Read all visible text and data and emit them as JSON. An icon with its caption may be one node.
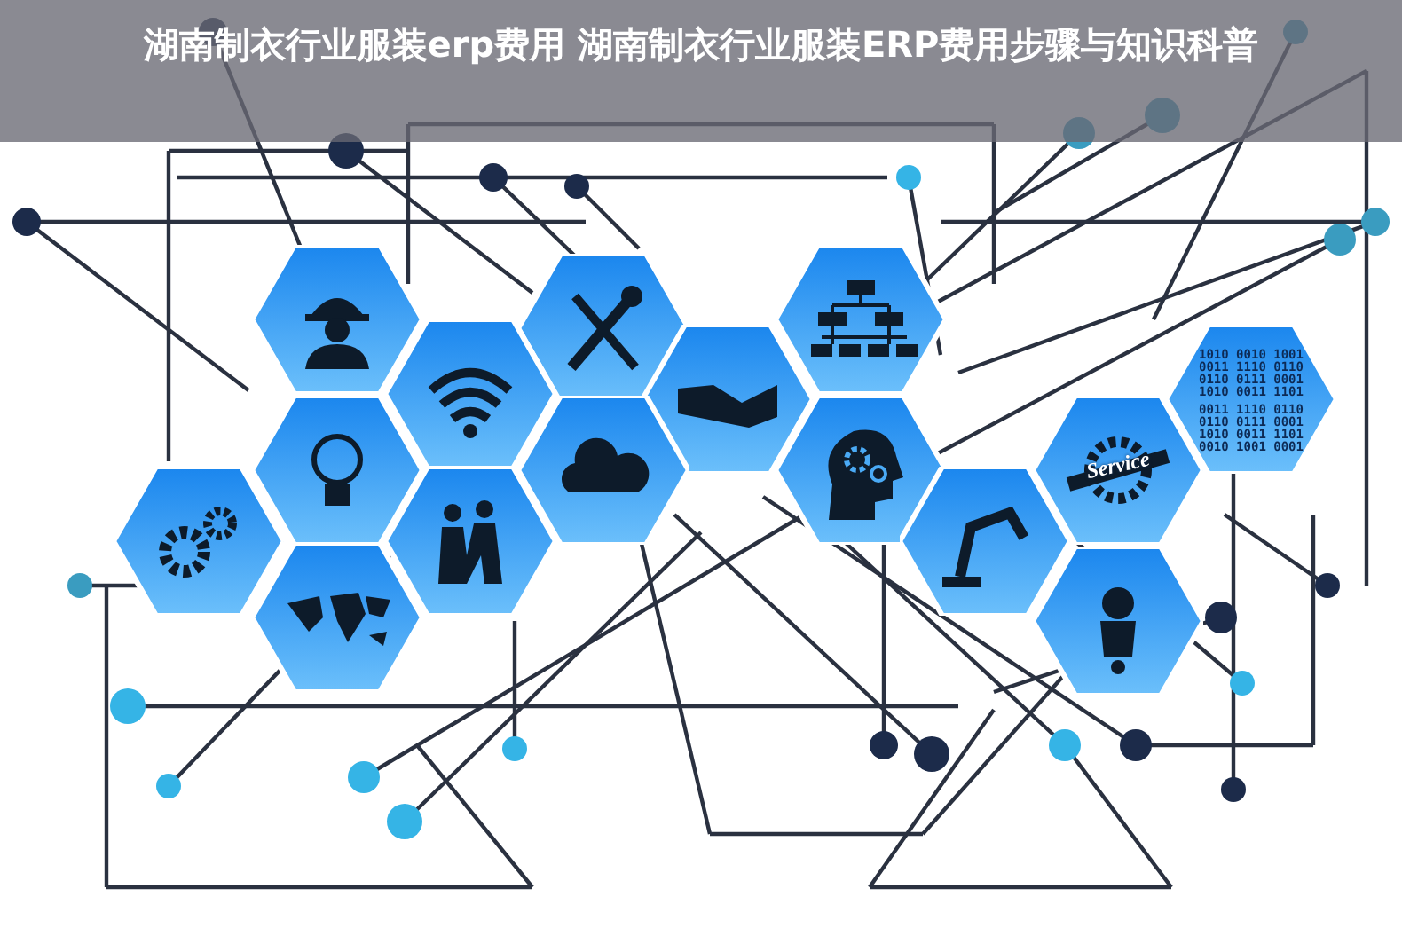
{
  "diagram": {
    "title": "湖南制衣行业服装erp费用 湖南制衣行业服装ERP费用步骤与知识科普",
    "nodes": [
      {
        "text": [],
        "shape": "hexagon"
      },
      {
        "text": [],
        "shape": "hexagon"
      },
      {
        "text": [],
        "shape": "hexagon"
      },
      {
        "text": [],
        "shape": "hexagon"
      },
      {
        "text": [
          "1010 0010 1001 0011 1110 0110 0110 0111 0001 1010 0011 1101",
          "0011 1110 0110 0110 0111 0001 1010 0011 1101 0010 1001 0001"
        ]
      },
      {
        "text": [],
        "shape": "hexagon"
      },
      {
        "text": [],
        "shape": "hexagon"
      },
      {
        "text": [],
        "shape": "hexagon"
      },
      {
        "text": [],
        "shape": "hexagon"
      },
      {
        "text": [
          "Service"
        ]
      },
      {
        "text": [],
        "shape": "hexagon"
      },
      {
        "text": [],
        "shape": "hexagon"
      },
      {
        "text": [],
        "shape": "hexagon"
      },
      {
        "text": [],
        "shape": "hexagon"
      },
      {
        "text": [],
        "shape": "hexagon"
      }
    ]
  }
}
